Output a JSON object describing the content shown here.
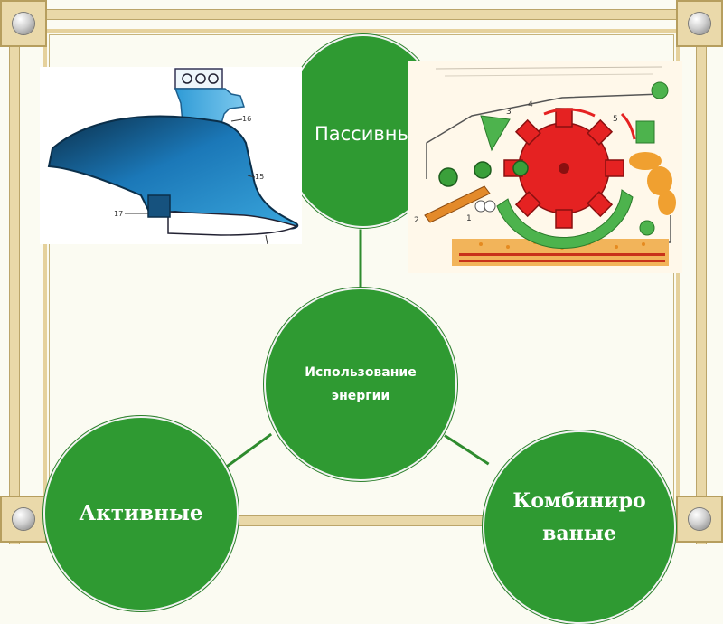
{
  "diagram": {
    "center": {
      "label": "Использование энергии"
    },
    "nodes": [
      {
        "id": "top",
        "label": "Пассивны"
      },
      {
        "id": "left",
        "label": "Активные"
      },
      {
        "id": "right",
        "label": "Комбиниро ваные"
      }
    ],
    "plow_labels": {
      "a": "16",
      "b": "15",
      "c": "17"
    },
    "thresher_labels": {
      "a": "1",
      "b": "2",
      "c": "3",
      "d": "4",
      "e": "5"
    }
  },
  "colors": {
    "node_fill": "#2f9a32",
    "connector": "#2e8b2e",
    "frame": "#e9d8a8",
    "plow_blue": "#1e88c8",
    "thresher_red": "#e52222"
  }
}
